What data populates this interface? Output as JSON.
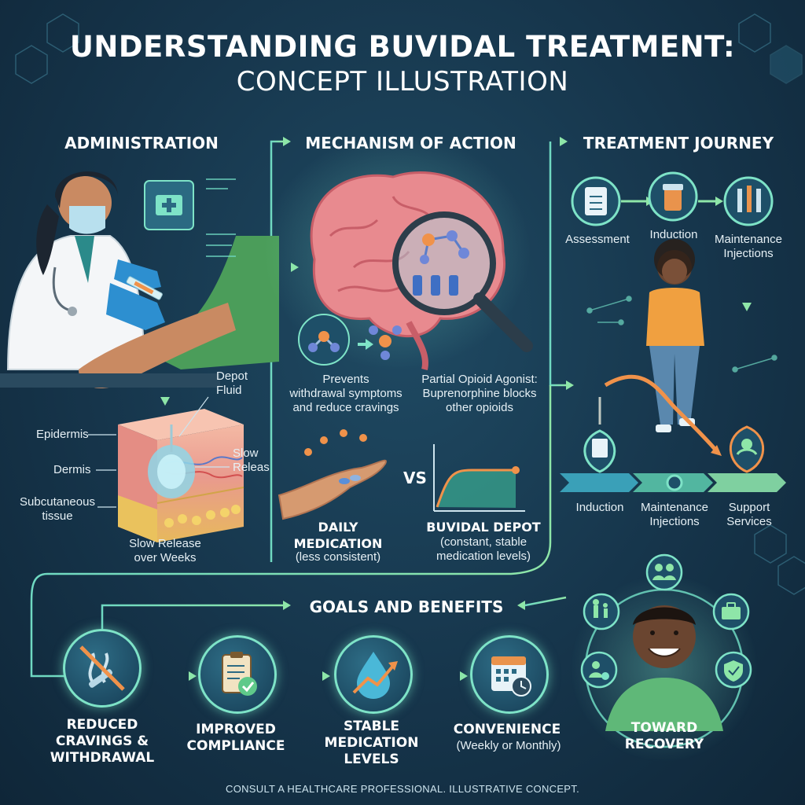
{
  "title": {
    "line1": "UNDERSTANDING BUVIDAL TREATMENT:",
    "line2": "CONCEPT ILLUSTRATION"
  },
  "administration": {
    "heading": "ADMINISTRATION",
    "depot_fluid": "Depot\nFluid",
    "epidermis": "Epidermis",
    "dermis": "Dermis",
    "subcutaneous": "Subcutaneous\ntissue",
    "slow_release_side": "Slow\nReleas",
    "slow_release_weeks": "Slow Release\nover Weeks"
  },
  "mechanism": {
    "heading": "MECHANISM OF ACTION",
    "prevents": "Prevents\nwithdrawal symptoms\nand reduce cravings",
    "agonist": "Partial Opioid Agonist:\nBuprenorphine blocks\nother opioids",
    "daily": "DAILY\nMEDICATION",
    "daily_sub": "(less consistent)",
    "vs": "VS",
    "depot": "BUVIDAL DEPOT",
    "depot_sub": "(constant, stable\nmedication levels)"
  },
  "journey": {
    "heading": "TREATMENT JOURNEY",
    "assessment": "Assessment",
    "induction_top": "Induction",
    "maintenance_top": "Maintenance\nInjections",
    "induction_bottom": "Induction",
    "maintenance_bottom": "Maintenance\nInjections",
    "support": "Support\nServices"
  },
  "goals": {
    "heading": "GOALS AND BENEFITS",
    "items": [
      {
        "title": "REDUCED\nCRAVINGS &\nWITHDRAWAL",
        "sub": ""
      },
      {
        "title": "IMPROVED\nCOMPLIANCE",
        "sub": ""
      },
      {
        "title": "STABLE\nMEDICATION\nLEVELS",
        "sub": ""
      },
      {
        "title": "CONVENIENCE",
        "sub": "(Weekly or Monthly)"
      }
    ],
    "recovery": "TOWARD\nRECOVERY"
  },
  "footer": "CONSULT A HEALTHCARE PROFESSIONAL. ILLUSTRATIVE CONCEPT.",
  "colors": {
    "accent": "#7ee3c7",
    "orange": "#f0924a",
    "background": "#16354b"
  },
  "icons": [
    "medical-kit-icon",
    "syringe-icon",
    "brain-icon",
    "magnifier-icon",
    "molecule-icon",
    "clipboard-icon",
    "medicine-bottle-icon",
    "calendar-icon",
    "water-drop-icon",
    "people-icon",
    "briefcase-icon",
    "shield-icon"
  ]
}
